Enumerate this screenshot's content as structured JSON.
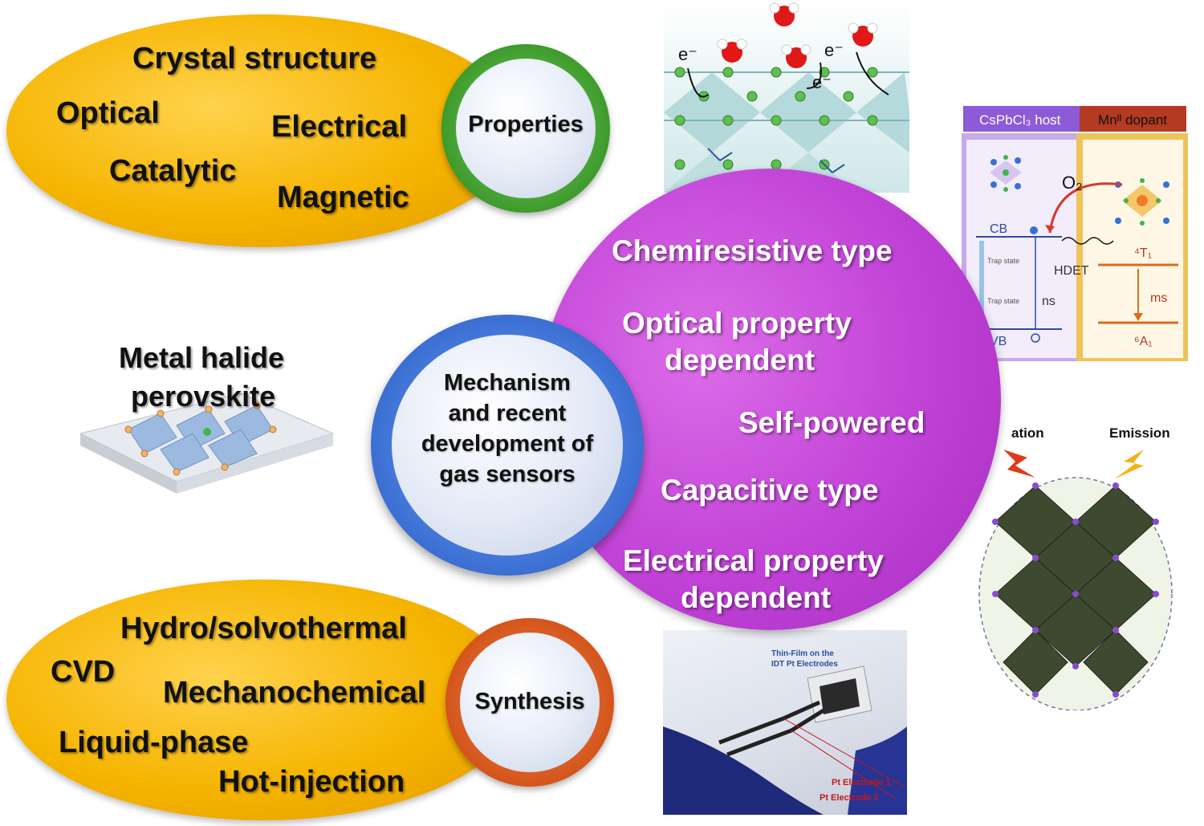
{
  "properties": {
    "label": "Properties",
    "items": [
      "Crystal structure",
      "Optical",
      "Electrical",
      "Catalytic",
      "Magnetic"
    ]
  },
  "synthesis": {
    "label": "Synthesis",
    "items": [
      "Hydro/solvothermal",
      "CVD",
      "Mechanochemical",
      "Liquid-phase",
      "Hot-injection"
    ]
  },
  "center": {
    "label_lines": [
      "Mechanism",
      "and recent",
      "development of",
      "gas sensors"
    ]
  },
  "material": {
    "label_lines": [
      "Metal halide",
      "perovskite"
    ]
  },
  "sensor_types": {
    "chemiresistive": "Chemiresistive type",
    "optical_line1": "Optical property",
    "optical_line2": "dependent",
    "self_powered": "Self-powered",
    "capacitive": "Capacitive type",
    "electrical_line1": "Electrical property",
    "electrical_line2": "dependent"
  },
  "panel_energy": {
    "host_label": "CsPbCl₃ host",
    "dopant_label": "Mnᴵᴵ dopant",
    "o2": "O₂",
    "cb": "CB",
    "vb": "VB",
    "trap1": "Trap state",
    "trap2": "Trap state",
    "hdet": "HDET",
    "ns": "ns",
    "ms": "ms",
    "t1": "⁴T₁",
    "a1": "⁶A₁"
  },
  "panel_emission": {
    "excitation": "ation",
    "emission": "Emission"
  },
  "panel_electrode": {
    "film1": "Thin-Film on the",
    "film2": "IDT Pt Electrodes",
    "e1": "Pt Electrode 1",
    "e2": "Pt Electrode 2"
  },
  "panel_water": {
    "e_label": "e⁻"
  },
  "colors": {
    "ellipse": "#f5b400",
    "purple": "#c042d6",
    "green_ring": "#3e9b2c",
    "blue_ring": "#3f73d6",
    "orange_ring": "#d4551c"
  }
}
